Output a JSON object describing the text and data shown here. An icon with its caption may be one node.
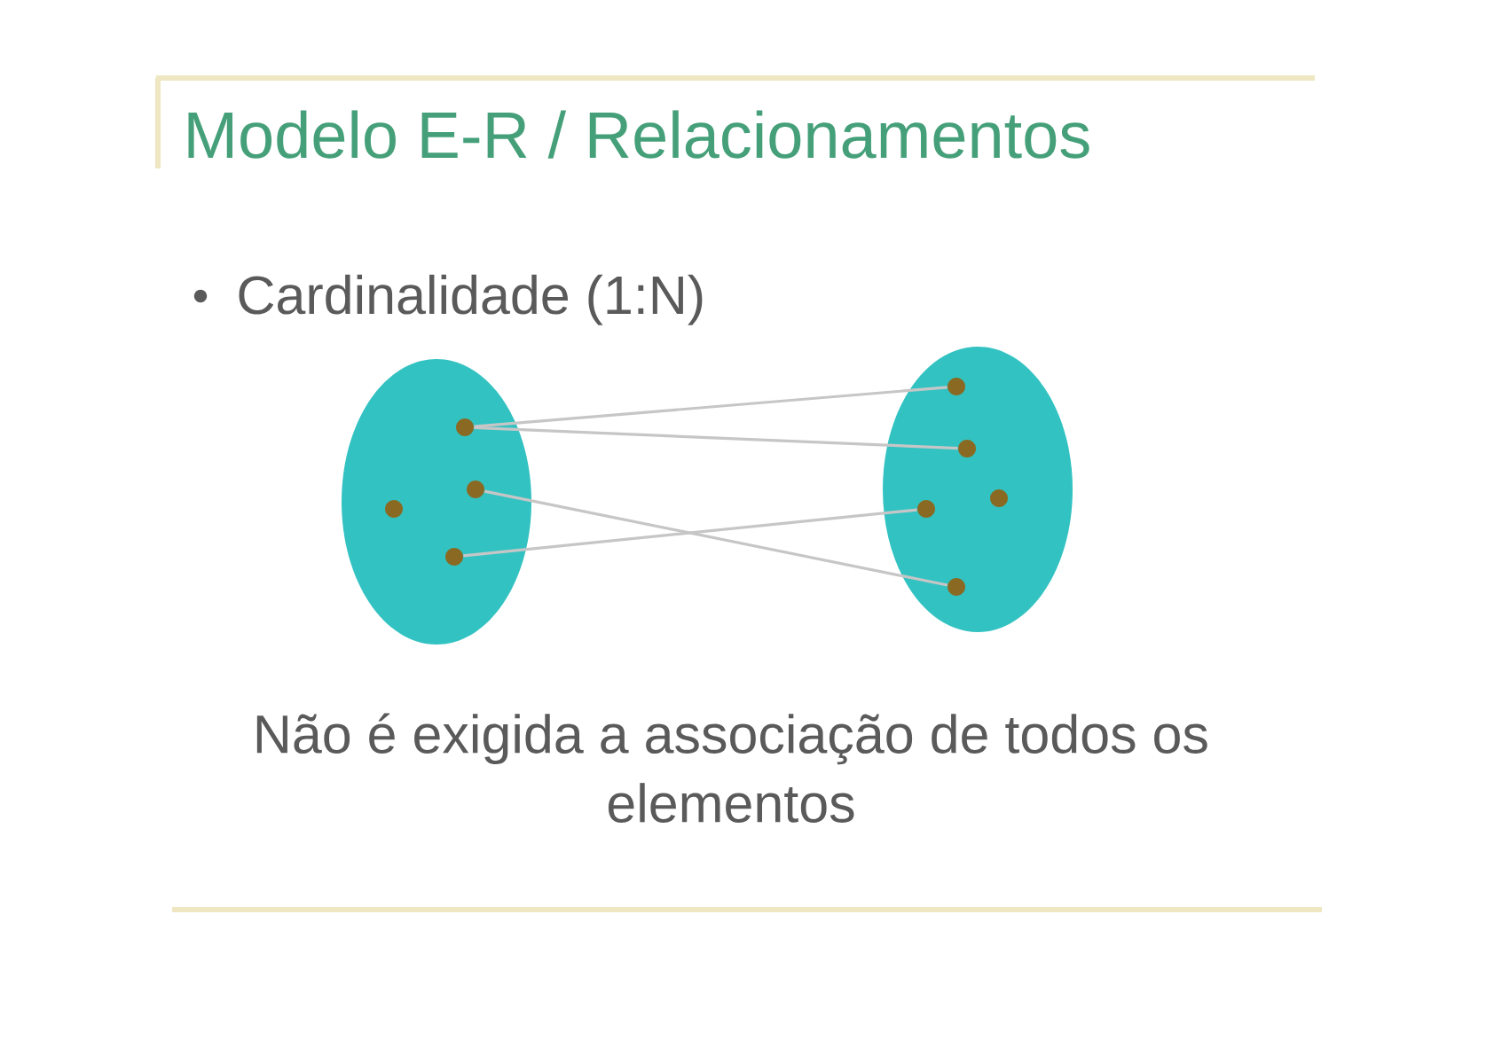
{
  "diagram": {
    "title": "Modelo E-R / Relacionamentos",
    "nodes": [
      {
        "text": [],
        "shape": "ellipse"
      },
      {
        "text": [],
        "shape": "circle",
        "in": 0
      },
      {
        "text": [],
        "shape": "circle",
        "in": 0
      },
      {
        "text": [],
        "shape": "circle",
        "in": 0
      },
      {
        "text": [],
        "shape": "circle",
        "in": 0
      },
      {
        "text": [],
        "shape": "ellipse"
      },
      {
        "text": [],
        "shape": "circle",
        "in": 5
      },
      {
        "text": [],
        "shape": "circle",
        "in": 5
      },
      {
        "text": [],
        "shape": "circle",
        "in": 5
      },
      {
        "text": [],
        "shape": "circle",
        "in": 5
      },
      {
        "text": [],
        "shape": "circle",
        "in": 5
      }
    ],
    "edges": [
      {
        "from": 1,
        "to": 6,
        "arrow": "none"
      },
      {
        "from": 1,
        "to": 7,
        "arrow": "none"
      },
      {
        "from": 2,
        "to": 10,
        "arrow": "none"
      },
      {
        "from": 4,
        "to": 9,
        "arrow": "none"
      }
    ],
    "labels": [
      "Cardinalidade (1:N)",
      "Não é exigida a associação de todos os elementos"
    ]
  }
}
